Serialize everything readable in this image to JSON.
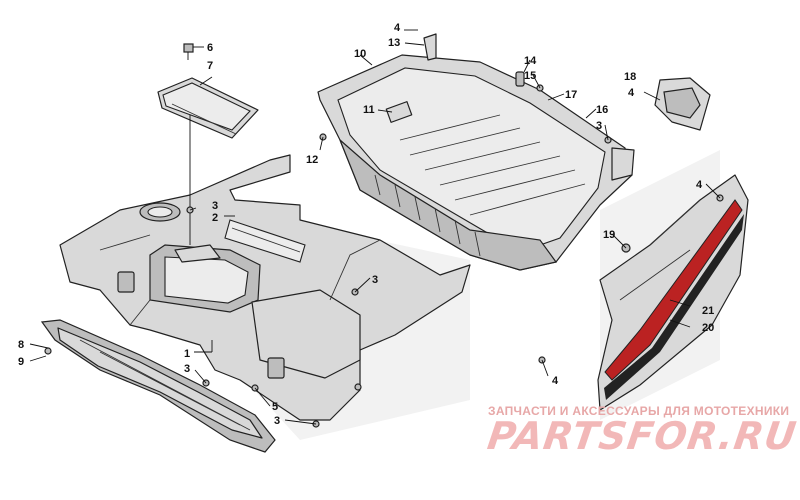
{
  "callouts": [
    {
      "id": "c1",
      "label": "1"
    },
    {
      "id": "c2",
      "label": "2"
    },
    {
      "id": "c3a",
      "label": "3"
    },
    {
      "id": "c3b",
      "label": "3"
    },
    {
      "id": "c3c",
      "label": "3"
    },
    {
      "id": "c3d",
      "label": "3"
    },
    {
      "id": "c3e",
      "label": "3"
    },
    {
      "id": "c4a",
      "label": "4"
    },
    {
      "id": "c4b",
      "label": "4"
    },
    {
      "id": "c4c",
      "label": "4"
    },
    {
      "id": "c4d",
      "label": "4"
    },
    {
      "id": "c5",
      "label": "5"
    },
    {
      "id": "c6",
      "label": "6"
    },
    {
      "id": "c7",
      "label": "7"
    },
    {
      "id": "c8",
      "label": "8"
    },
    {
      "id": "c9",
      "label": "9"
    },
    {
      "id": "c10",
      "label": "10"
    },
    {
      "id": "c11",
      "label": "11"
    },
    {
      "id": "c12",
      "label": "12"
    },
    {
      "id": "c13",
      "label": "13"
    },
    {
      "id": "c14",
      "label": "14"
    },
    {
      "id": "c15",
      "label": "15"
    },
    {
      "id": "c16",
      "label": "16"
    },
    {
      "id": "c17",
      "label": "17"
    },
    {
      "id": "c18",
      "label": "18"
    },
    {
      "id": "c19",
      "label": "19"
    },
    {
      "id": "c20",
      "label": "20"
    },
    {
      "id": "c21",
      "label": "21"
    }
  ],
  "watermark": {
    "tagline": "ЗАПЧАСТИ И АКСЕССУАРЫ ДЛЯ МОТОТЕХНИКИ",
    "brand": "PARTSFOR.RU"
  }
}
